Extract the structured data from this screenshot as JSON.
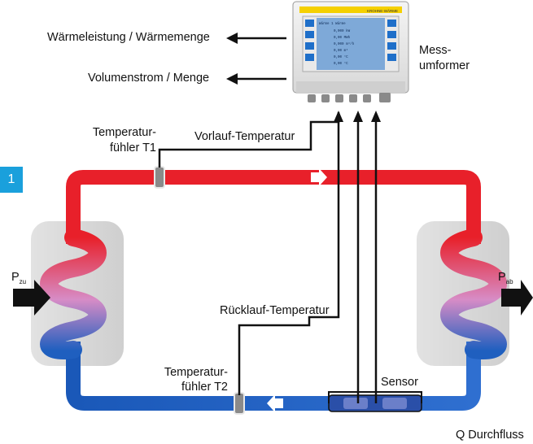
{
  "figure_number": "1",
  "labels": {
    "heat_output": "Wärmeleistung / Wärmemenge",
    "volume_flow": "Volumenstrom / Menge",
    "transmitter_line1": "Mess-",
    "transmitter_line2": "umformer",
    "sensor_t1_line1": "Temperatur-",
    "sensor_t1_line2": "fühler T1",
    "supply_temp": "Vorlauf-Temperatur",
    "return_temp": "Rücklauf-Temperatur",
    "sensor_t2_line1": "Temperatur-",
    "sensor_t2_line2": "fühler T2",
    "sensor": "Sensor",
    "flow": "Q Durchfluss",
    "p_in_main": "P",
    "p_in_sub": "zu",
    "p_out_main": "P",
    "p_out_sub": "ab"
  },
  "device": {
    "brand": "KROHNE·WÄRME",
    "screen_lines": [
      "Wärme 1 Wärme",
      "0,000 kW",
      "0,00 MWh",
      "0,000 m³/h",
      "0,00 m³",
      "0,00 °C",
      "0,00 °C"
    ]
  },
  "colors": {
    "supply_pipe": "#e8202a",
    "return_pipe": "#1f5fbf",
    "signal_line": "#111111",
    "badge": "#1aa0dc",
    "exchanger_box": "#dcdcdc",
    "device_screen": "#7ea9d8",
    "device_buttons": "#1f6fc9",
    "device_header": "#f5d000"
  }
}
